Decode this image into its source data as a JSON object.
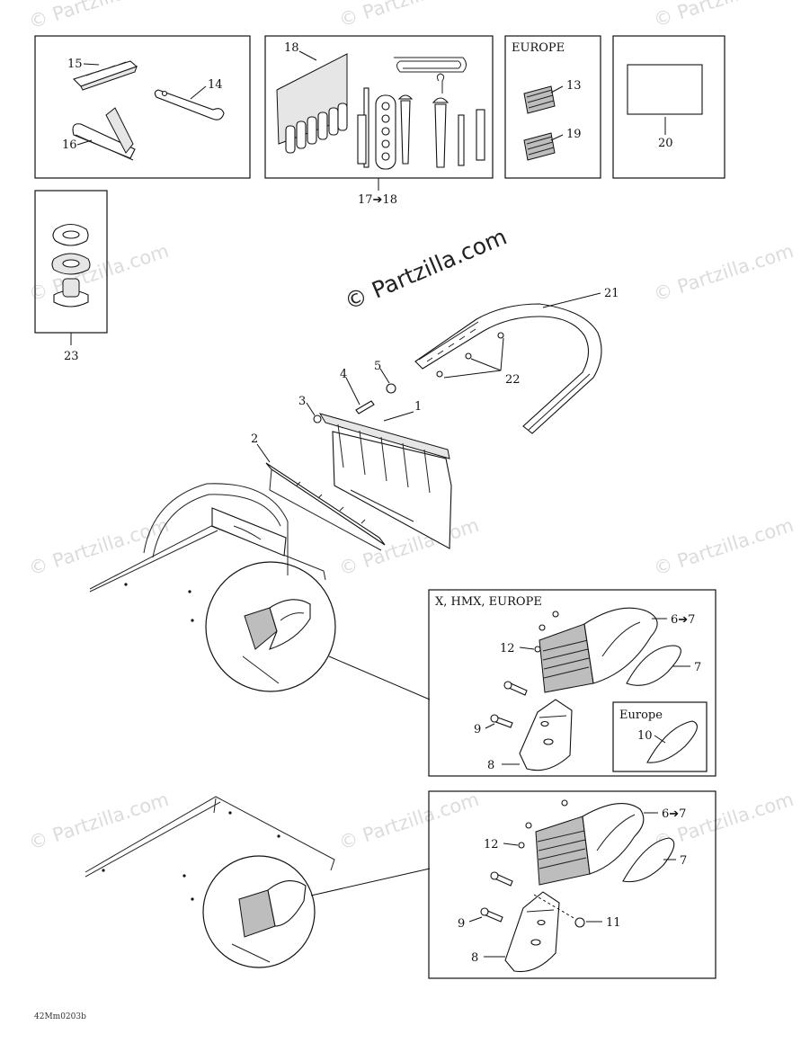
{
  "watermark": "© Partzilla.com",
  "watermark_main": "© Partzilla.com",
  "diagram_code": "42Mm0203b",
  "regions": {
    "europe_box": "EUROPE",
    "x_hmx_europe": "X, HMX, EUROPE",
    "europe_inset": "Europe"
  },
  "callouts": {
    "c15": "15",
    "c14": "14",
    "c16": "16",
    "c18": "18",
    "c17_18": "17➔18",
    "c13": "13",
    "c19": "19",
    "c20": "20",
    "c23": "23",
    "c21": "21",
    "c22": "22",
    "c1": "1",
    "c2": "2",
    "c3": "3",
    "c4": "4",
    "c5": "5",
    "u6_7": "6➔7",
    "u7": "7",
    "u12": "12",
    "u9": "9",
    "u8": "8",
    "u10": "10",
    "l6_7": "6➔7",
    "l7": "7",
    "l12": "12",
    "l9": "9",
    "l8": "8",
    "l11": "11"
  },
  "icons": [
    "strap-icon",
    "wrench-icon",
    "bracket-icon",
    "tool-kit-icon",
    "decal-icon",
    "manual-icon",
    "mount-kit-icon",
    "bumper-icon",
    "flap-icon",
    "headlight-icon",
    "fastener-icon",
    "lens-icon"
  ]
}
